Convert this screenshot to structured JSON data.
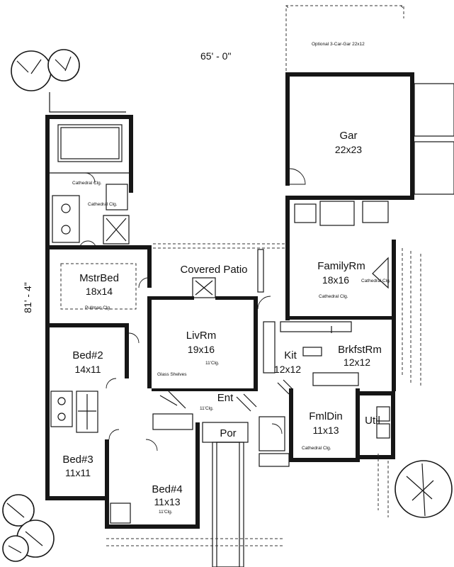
{
  "dimensions": {
    "width": "65' - 0\"",
    "depth": "81' - 4\""
  },
  "notes": {
    "optional_garage": "Optional 3-Car-Gar 22x12",
    "cathedral_1": "Cathedral Clg.",
    "cathedral_2": "Cathedral Clg.",
    "pullman": "Pullman Clg.",
    "cathedral_family": "Cathedral Clg.",
    "cathedral_family2": "Cathedral Clg.",
    "livrm_clg": "11'Clg.",
    "glass_shelves": "Glass Shelves",
    "hall_clg": "11'Clg.",
    "bed4_clg": "11'Clg.",
    "fmldin_clg": "Cathedral Clg."
  },
  "rooms": {
    "gar": {
      "name": "Gar",
      "size": "22x23"
    },
    "covered_patio": {
      "name": "Covered Patio"
    },
    "family": {
      "name": "FamilyRm",
      "size": "18x16"
    },
    "master": {
      "name": "MstrBed",
      "size": "18x14"
    },
    "livrm": {
      "name": "LivRm",
      "size": "19x16"
    },
    "bed2": {
      "name": "Bed#2",
      "size": "14x11"
    },
    "kit": {
      "name": "Kit",
      "size": "12x12"
    },
    "brkfst": {
      "name": "BrkfstRm",
      "size": "12x12"
    },
    "ent": {
      "name": "Ent"
    },
    "fmldin": {
      "name": "FmlDin",
      "size": "11x13"
    },
    "util": {
      "name": "Util"
    },
    "por": {
      "name": "Por"
    },
    "bed3": {
      "name": "Bed#3",
      "size": "11x11"
    },
    "bed4": {
      "name": "Bed#4",
      "size": "11x13"
    }
  }
}
